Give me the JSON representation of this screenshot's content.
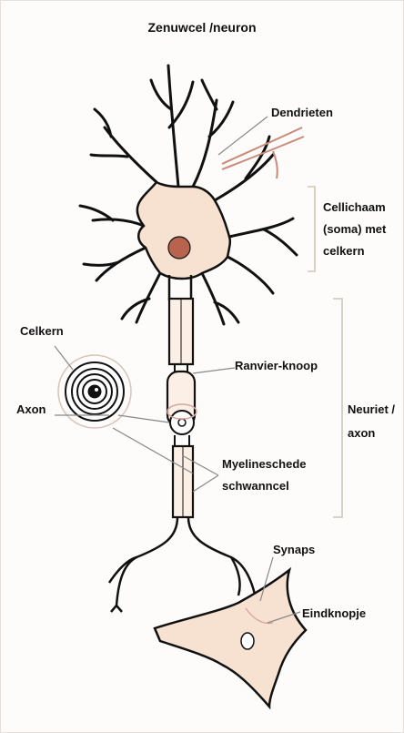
{
  "title": "Zenuwcel /neuron",
  "labels": {
    "dendrites": "Dendrieten",
    "cell_body_1": "Cellichaam",
    "cell_body_2": "(soma) met",
    "cell_body_3": "celkern",
    "nucleus": "Celkern",
    "axon": "Axon",
    "ranvier": "Ranvier-knoop",
    "neurite_1": "Neuriet /",
    "neurite_2": "axon",
    "myelin": "Myelineschede",
    "schwann": "schwanncel",
    "synapse": "Synaps",
    "terminal": "Eindknopje"
  },
  "colors": {
    "cell_fill": "#f7e2d2",
    "nucleus_fill": "#b8634d",
    "outline": "#111111",
    "bracket": "#d8cbc0",
    "highlight": "#c98a7a"
  }
}
